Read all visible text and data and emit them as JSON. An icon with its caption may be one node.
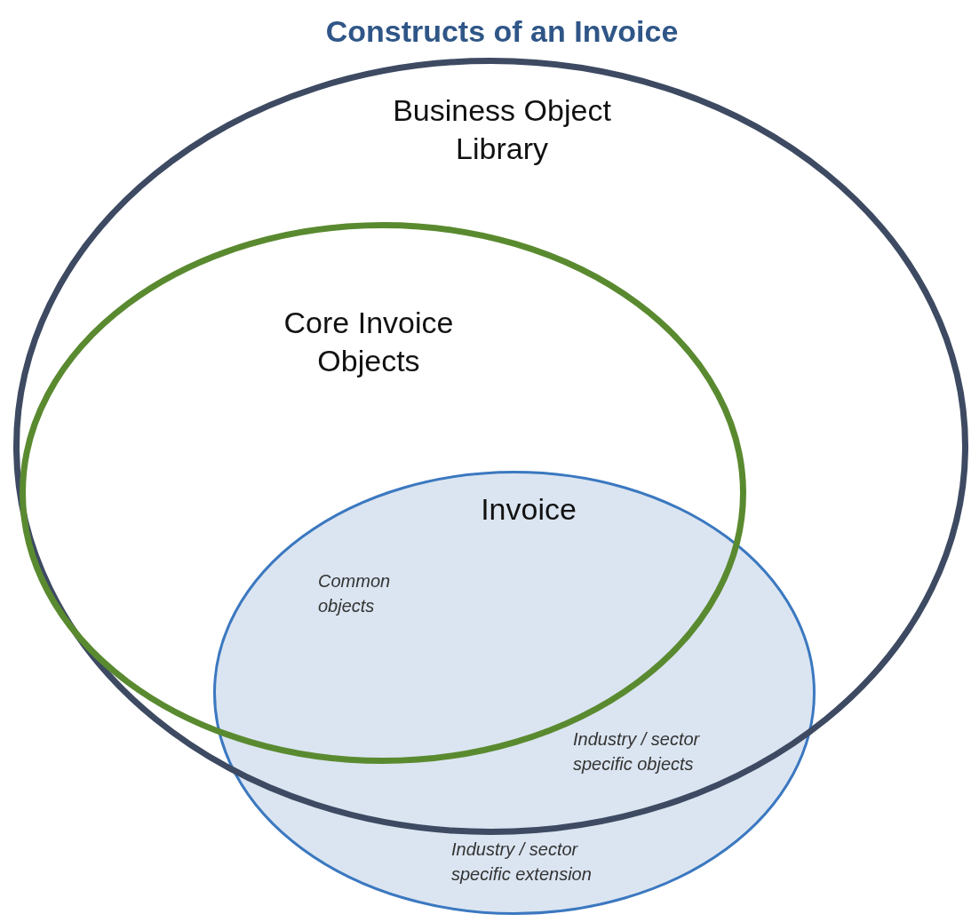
{
  "diagram": {
    "title": "Constructs of an Invoice",
    "nodes": [
      {
        "text": [
          "Business Object Library"
        ]
      },
      {
        "text": [
          "Core Invoice Objects"
        ],
        "in": 0
      },
      {
        "text": [
          "Invoice",
          "Common objects",
          "Industry / sector specific objects",
          "Industry / sector specific extension"
        ]
      }
    ]
  }
}
